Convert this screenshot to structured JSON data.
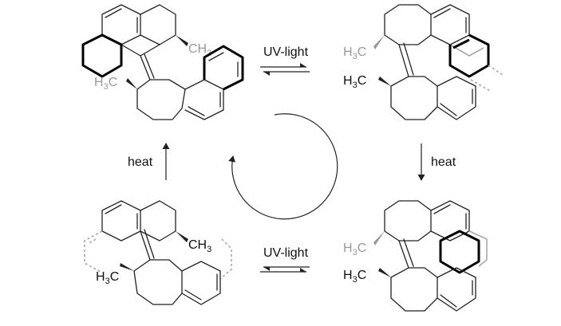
{
  "labels": {
    "uv_top": "UV-light",
    "uv_bottom": "UV-light",
    "heat_left": "heat",
    "heat_right": "heat",
    "methyl_H": "H",
    "methyl_sub": "3",
    "methyl_C": "C",
    "methyl_CH": "CH"
  },
  "colors": {
    "bond": "#222222",
    "hidden_bond": "#a8a8a8",
    "hidden_label": "#9a9a9a"
  }
}
